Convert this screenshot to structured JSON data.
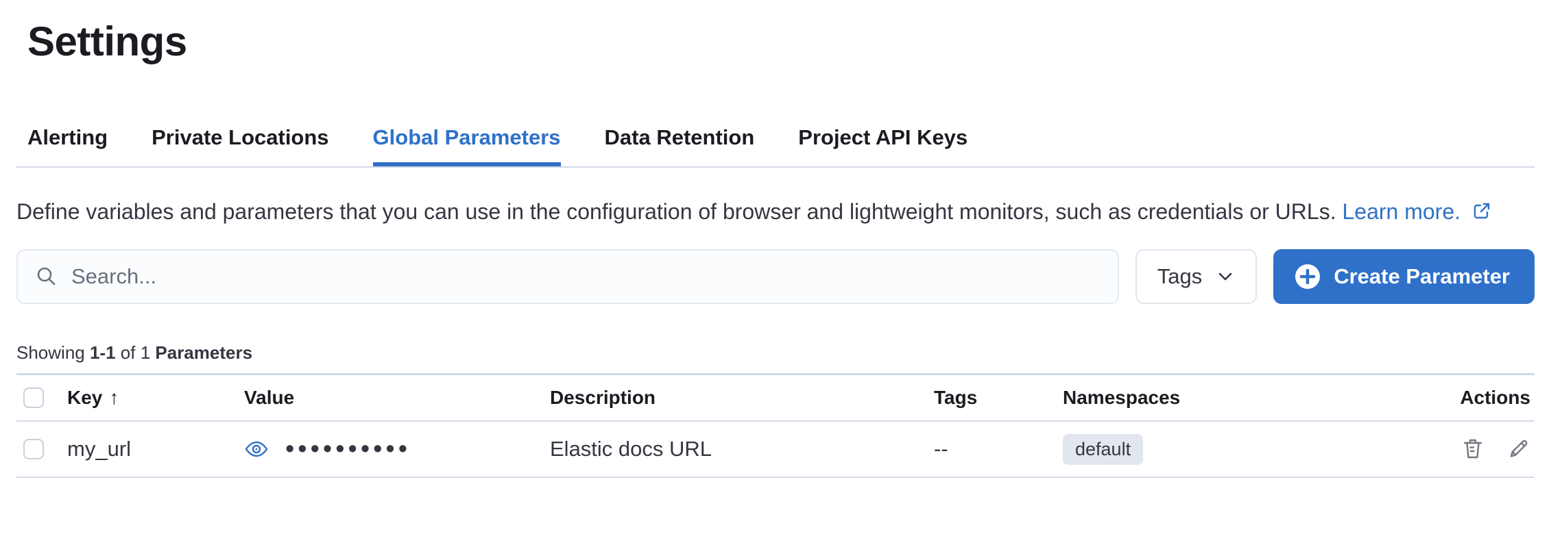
{
  "page": {
    "title": "Settings"
  },
  "tabs": [
    {
      "label": "Alerting",
      "active": false
    },
    {
      "label": "Private Locations",
      "active": false
    },
    {
      "label": "Global Parameters",
      "active": true
    },
    {
      "label": "Data Retention",
      "active": false
    },
    {
      "label": "Project API Keys",
      "active": false
    }
  ],
  "description": {
    "text": "Define variables and parameters that you can use in the configuration of browser and lightweight monitors, such as credentials or URLs.",
    "link_label": "Learn more."
  },
  "toolbar": {
    "search_placeholder": "Search...",
    "tags_button_label": "Tags",
    "create_button_label": "Create Parameter"
  },
  "summary": {
    "showing": "Showing",
    "range": "1-1",
    "of": "of 1",
    "entity": "Parameters"
  },
  "table": {
    "columns": {
      "key": "Key",
      "value": "Value",
      "description": "Description",
      "tags": "Tags",
      "namespaces": "Namespaces",
      "actions": "Actions"
    },
    "sort": {
      "column": "Key",
      "direction": "ascending",
      "arrow": "↑"
    },
    "rows": [
      {
        "key": "my_url",
        "value_masked": "••••••••••",
        "description": "Elastic docs URL",
        "tags": "--",
        "namespace": "default"
      }
    ]
  },
  "colors": {
    "accent_blue": "#2f70c8",
    "text_dark": "#1a1c21",
    "text_body": "#343741",
    "border_light": "#d3dae6",
    "badge_bg": "#e1e6ef",
    "icon_gray": "#69707d"
  }
}
